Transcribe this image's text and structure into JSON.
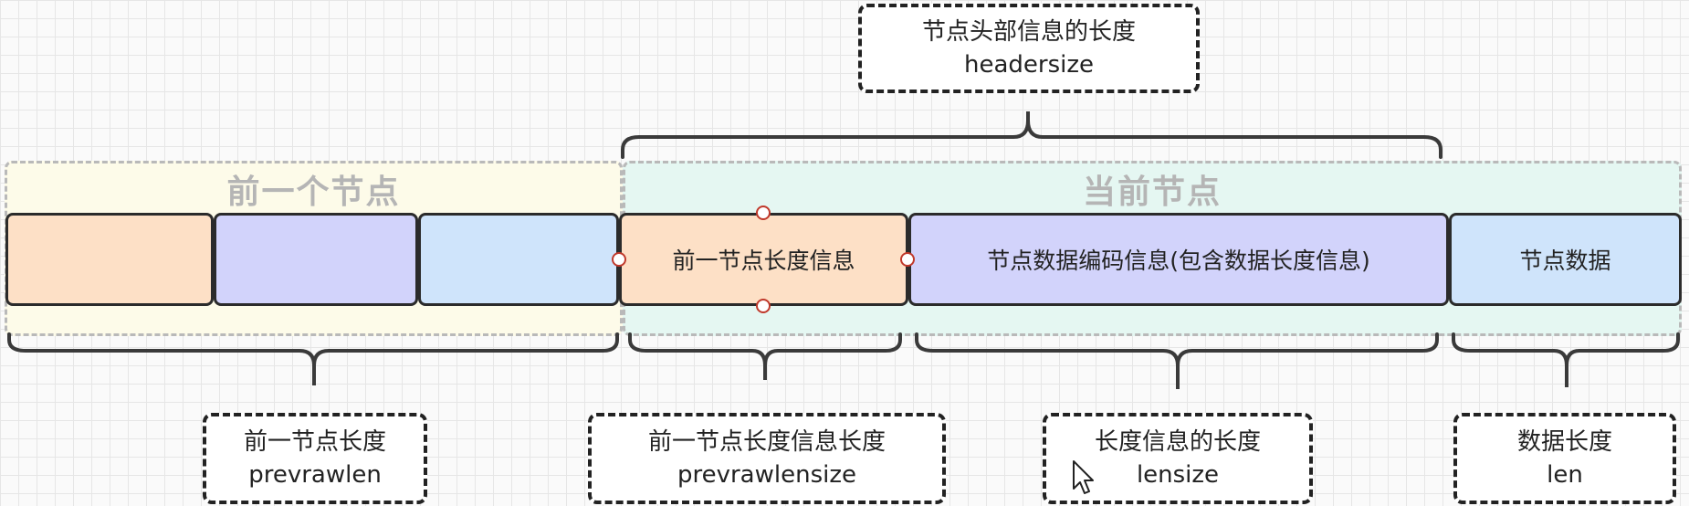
{
  "groups": {
    "previous_node": "前一个节点",
    "current_node": "当前节点"
  },
  "cells": {
    "prev_1": "",
    "prev_2": "",
    "prev_3": "",
    "prevrawlen_field": "前一节点长度信息",
    "encoding_field": "节点数据编码信息(包含数据长度信息)",
    "data_field": "节点数据"
  },
  "labels": {
    "headersize": {
      "zh": "节点头部信息的长度",
      "en": "headersize"
    },
    "prevrawlen": {
      "zh": "前一节点长度",
      "en": "prevrawlen"
    },
    "prevrawlensize": {
      "zh": "前一节点长度信息长度",
      "en": "prevrawlensize"
    },
    "lensize": {
      "zh": "长度信息的长度",
      "en": "lensize"
    },
    "len": {
      "zh": "数据长度",
      "en": "len"
    }
  },
  "colors": {
    "prev_group_bg": "#fdfbe9",
    "curr_group_bg": "#e5f7f2",
    "orange_cell": "#fde0c6",
    "purple_cell": "#d2d3fb",
    "blue_cell": "#cfe4fb",
    "handle_stroke": "#c0392b"
  },
  "icons": [
    "cursor-arrow-icon",
    "selection-handle-icon"
  ]
}
